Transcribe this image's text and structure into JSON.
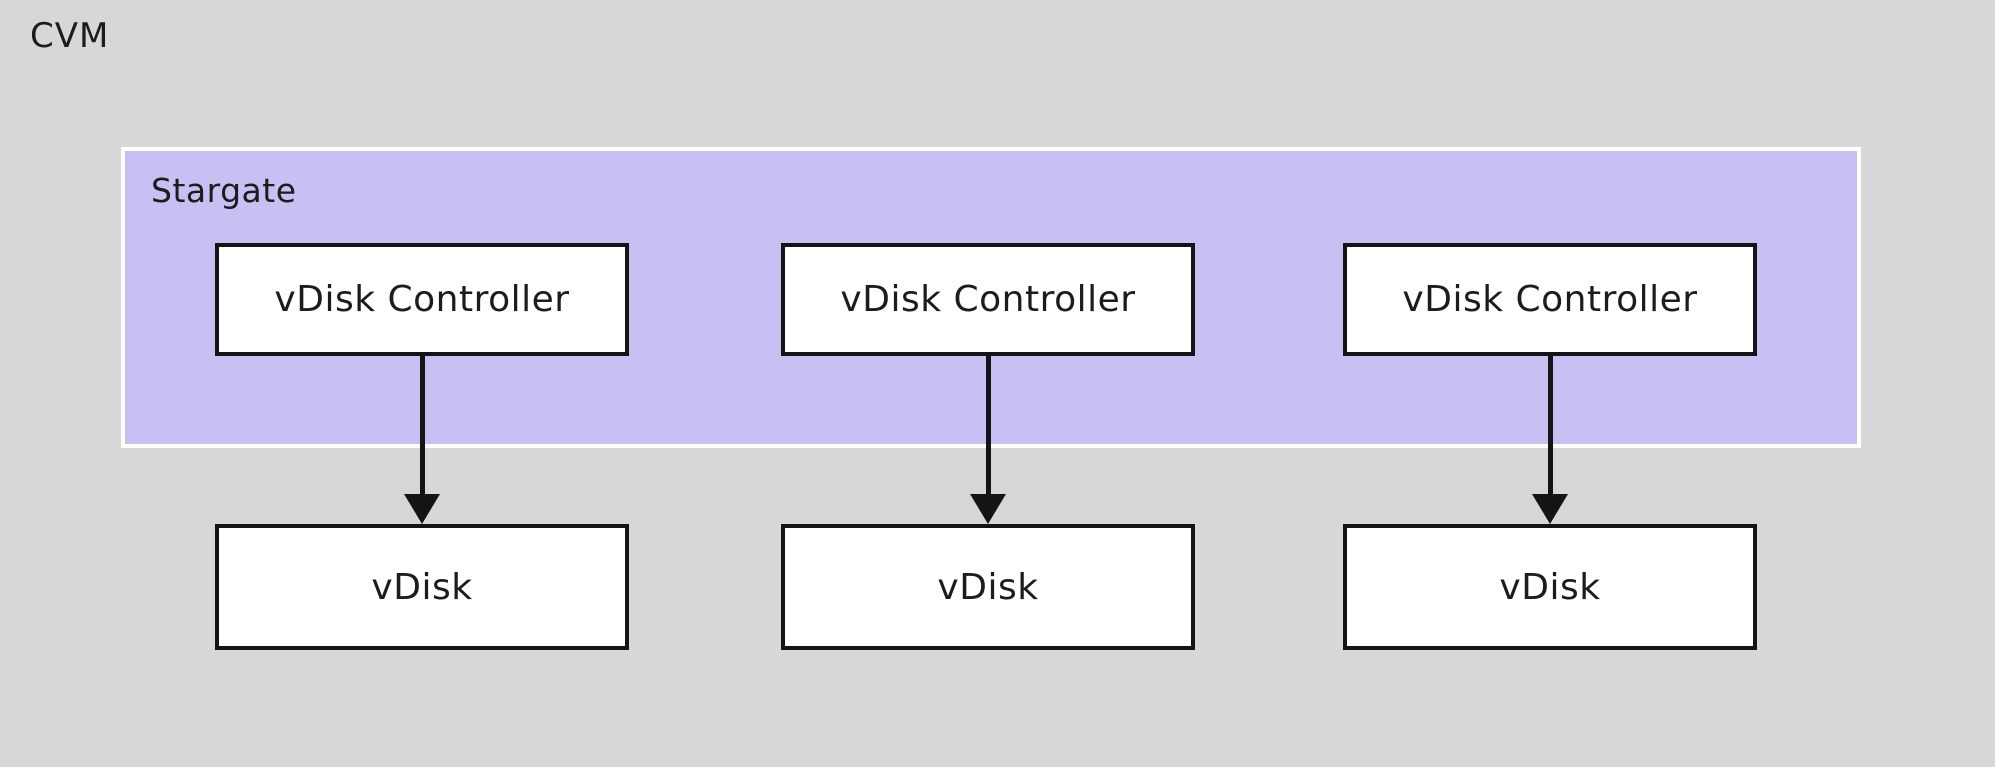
{
  "page": {
    "background_color": "#d7d7d7"
  },
  "diagram": {
    "outer_label": "CVM",
    "stargate": {
      "label": "Stargate",
      "fill_color": "#c6c1f2",
      "border_color": "#ffffff"
    },
    "columns": [
      {
        "controller_label": "vDisk Controller",
        "vdisk_label": "vDisk"
      },
      {
        "controller_label": "vDisk Controller",
        "vdisk_label": "vDisk"
      },
      {
        "controller_label": "vDisk Controller",
        "vdisk_label": "vDisk"
      }
    ],
    "box_colors": {
      "fill": "#ffffff",
      "border": "#141414"
    },
    "arrow_color": "#141414"
  }
}
